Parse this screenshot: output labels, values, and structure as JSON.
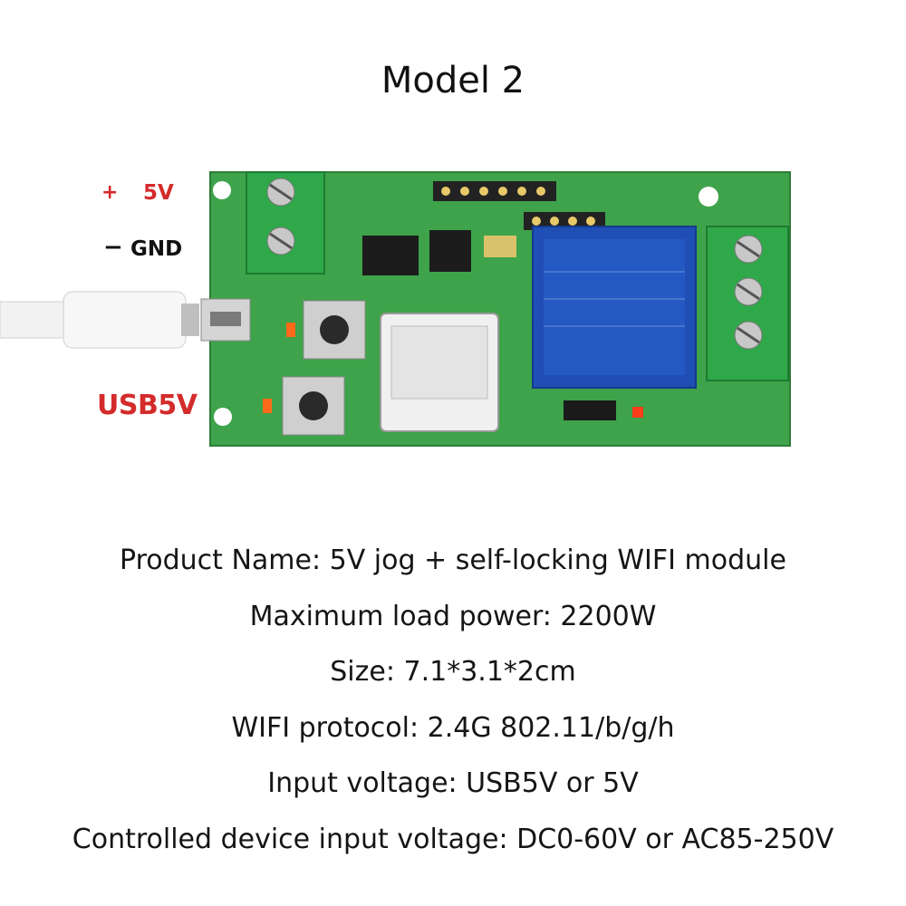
{
  "title": "Model 2",
  "board_labels": {
    "plus": "+",
    "v5": "5V",
    "minus": "−",
    "gnd": "GND",
    "usb": "USB5V"
  },
  "specs": [
    "Product Name: 5V jog + self-locking WIFI module",
    "Maximum load power: 2200W",
    "Size: 7.1*3.1*2cm",
    "WIFI protocol: 2.4G 802.11/b/g/h",
    "Input voltage: USB5V or 5V",
    "Controlled device input voltage: DC0-60V or AC85-250V"
  ]
}
